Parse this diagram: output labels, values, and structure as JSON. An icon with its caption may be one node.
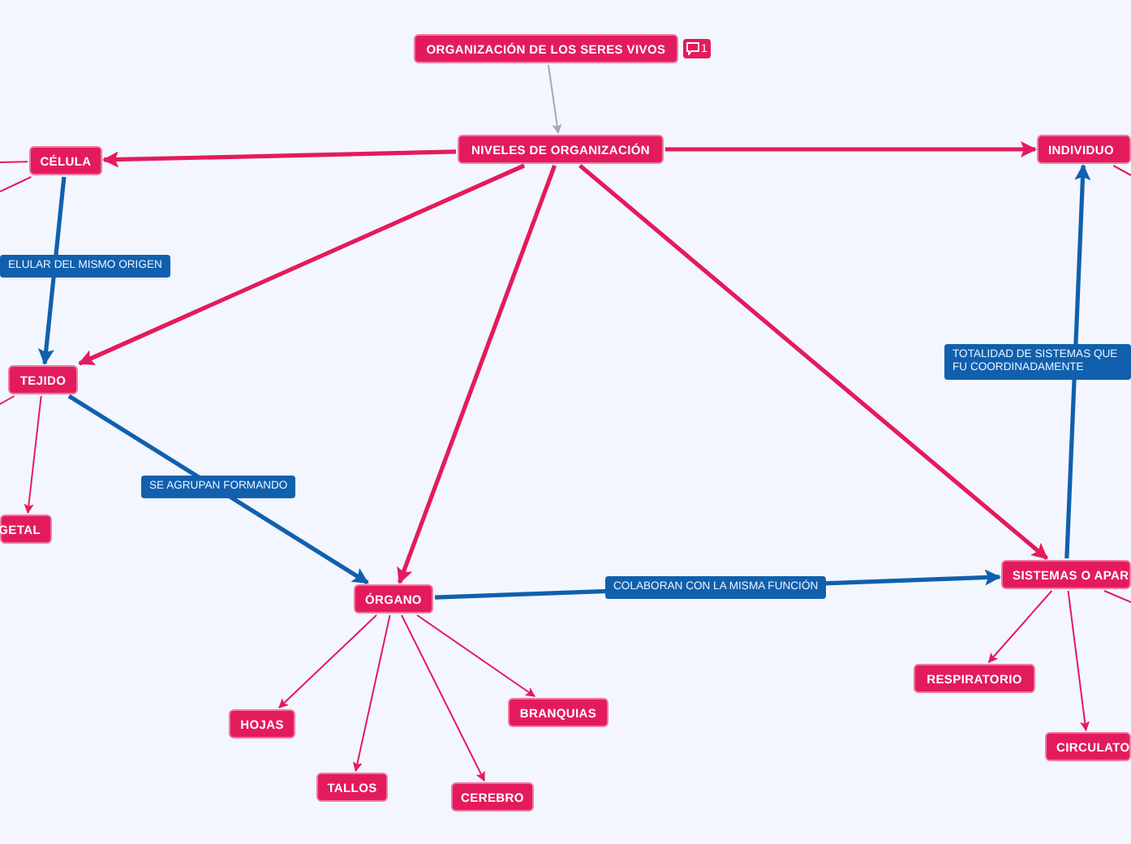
{
  "diagram": {
    "nodes": [
      {
        "text": [
          "ORGANIZACIÓN DE LOS SERES VIVOS"
        ]
      },
      {
        "text": [
          "NIVELES DE ORGANIZACIÓN"
        ]
      },
      {
        "text": [
          "CÉLULA"
        ]
      },
      {
        "text": [
          "INDIVIDUO"
        ]
      },
      {
        "text": [
          "TEJIDO"
        ]
      },
      {
        "text": [
          "GETAL"
        ]
      },
      {
        "text": [
          "ÓRGANO"
        ]
      },
      {
        "text": [
          "SISTEMAS O APAR"
        ]
      },
      {
        "text": [
          "HOJAS"
        ]
      },
      {
        "text": [
          "TALLOS"
        ]
      },
      {
        "text": [
          "CEREBRO"
        ]
      },
      {
        "text": [
          "BRANQUIAS"
        ]
      },
      {
        "text": [
          "RESPIRATORIO"
        ]
      },
      {
        "text": [
          "CIRCULATO"
        ]
      }
    ],
    "edges": [
      {
        "from": 0,
        "to": 1,
        "arrow": "to",
        "color": "#a9a9a9"
      },
      {
        "from": 1,
        "to": 2,
        "arrow": "to",
        "style": "thick"
      },
      {
        "from": 1,
        "to": 3,
        "arrow": "to",
        "style": "thick"
      },
      {
        "from": 1,
        "to": 4,
        "arrow": "to",
        "style": "thick"
      },
      {
        "from": 1,
        "to": 6,
        "arrow": "to",
        "style": "thick"
      },
      {
        "from": 1,
        "to": 7,
        "arrow": "to",
        "style": "thick"
      },
      {
        "from": 2,
        "to": 4,
        "arrow": "to",
        "label": "ELULAR DEL MISMO ORIGEN",
        "style": "thick",
        "color": "#1060ad"
      },
      {
        "from": 4,
        "to": 6,
        "arrow": "to",
        "label": "SE AGRUPAN FORMANDO",
        "style": "thick",
        "color": "#1060ad"
      },
      {
        "from": 6,
        "to": 7,
        "arrow": "to",
        "label": "COLABORAN CON LA MISMA FUNCIÓN",
        "style": "thick",
        "color": "#1060ad"
      },
      {
        "from": 7,
        "to": 3,
        "arrow": "to",
        "label": "TOTALIDAD DE SISTEMAS QUE FU COORDINADAMENTE",
        "style": "thick",
        "color": "#1060ad"
      },
      {
        "from": 4,
        "to": 5,
        "arrow": "to"
      },
      {
        "from": 6,
        "to": 8,
        "arrow": "to"
      },
      {
        "from": 6,
        "to": 9,
        "arrow": "to"
      },
      {
        "from": 6,
        "to": 10,
        "arrow": "to"
      },
      {
        "from": 6,
        "to": 11,
        "arrow": "to"
      },
      {
        "from": 7,
        "to": 12,
        "arrow": "to"
      },
      {
        "from": 7,
        "to": 13,
        "arrow": "to"
      },
      {
        "from": 2,
        "to": null,
        "arrow": "none"
      },
      {
        "from": 2,
        "to": null,
        "arrow": "none"
      },
      {
        "from": 4,
        "to": null,
        "arrow": "none"
      },
      {
        "from": 3,
        "to": null,
        "arrow": "none"
      },
      {
        "from": 7,
        "to": null,
        "arrow": "none"
      }
    ],
    "labels": [
      "1"
    ]
  }
}
